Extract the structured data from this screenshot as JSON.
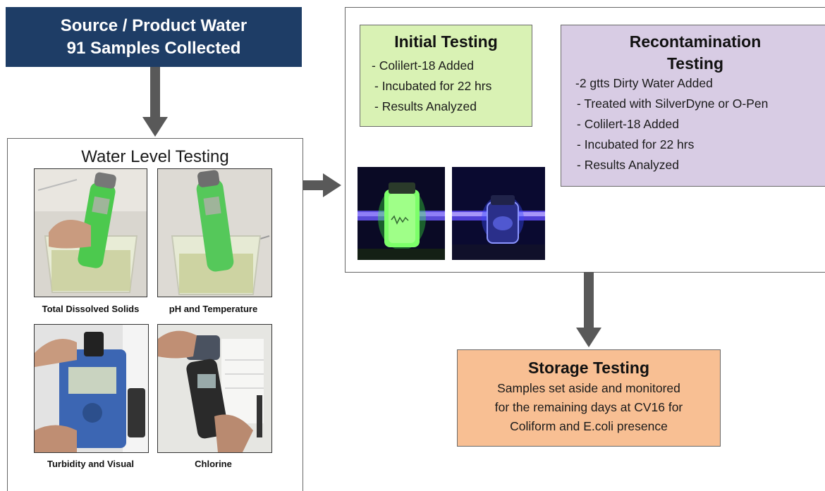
{
  "source": {
    "line1": "Source / Product Water",
    "line2": "91 Samples Collected"
  },
  "water_level": {
    "title": "Water Level Testing",
    "captions": [
      "Total Dissolved Solids",
      "pH and Temperature",
      "Turbidity and Visual",
      "Chlorine"
    ]
  },
  "initial": {
    "title": "Initial Testing",
    "items": [
      "- Colilert-18 Added",
      "- Incubated for 22 hrs",
      "- Results Analyzed"
    ]
  },
  "recontamination": {
    "title_line1": "Recontamination",
    "title_line2": "Testing",
    "items": [
      "-2 gtts Dirty Water Added",
      "- Treated with SilverDyne or O-Pen",
      "- Colilert-18 Added",
      "- Incubated for 22 hrs",
      "- Results Analyzed"
    ]
  },
  "storage": {
    "title": "Storage Testing",
    "lines": [
      "Samples set aside and monitored",
      "for the remaining days at CV16 for",
      "Coliform and E.coli presence"
    ]
  },
  "colors": {
    "source_bg": "#1e3d66",
    "initial_bg": "#d9f2b4",
    "recon_bg": "#d8cce4",
    "storage_bg": "#f8bf93",
    "arrow": "#595959"
  }
}
